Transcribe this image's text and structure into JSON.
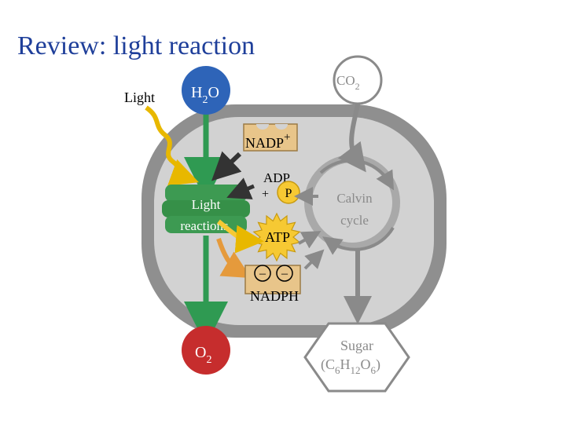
{
  "title": "Review: light reaction",
  "labels": {
    "light": "Light",
    "h2o": {
      "base": "H",
      "sub": "2",
      "rest": "O"
    },
    "co2": {
      "base": "CO",
      "sub": "2"
    },
    "nadp": {
      "base": "NADP",
      "sup": "+"
    },
    "adp": "ADP",
    "plus": "+",
    "p": "P",
    "light_reactions": [
      "Light",
      "reactions"
    ],
    "calvin_cycle": [
      "Calvin",
      "cycle"
    ],
    "atp": "ATP",
    "electron_minus": "–",
    "nadph": "NADPH",
    "o2": {
      "base": "O",
      "sub": "2"
    },
    "sugar": "Sugar",
    "sugar_formula": {
      "open": "(C",
      "sub1": "6",
      "h": "H",
      "sub2": "12",
      "o": "O",
      "sub3": "6",
      "close": ")"
    }
  },
  "colors": {
    "title": "#1f3f9a",
    "chloroplast_outer": "#8f8f8f",
    "chloroplast_inner": "#d2d2d2",
    "stroma_band": "#a9a9a9",
    "water": "#2e64b8",
    "oxygen": "#c62d2d",
    "green": "#2f9a52",
    "thylakoid": "#3d9a52",
    "nadp_box": "#e8c58a",
    "atp": "#f6c933",
    "sugar_fill": "#ffffff",
    "orange_arrow": "#e59a3c"
  }
}
